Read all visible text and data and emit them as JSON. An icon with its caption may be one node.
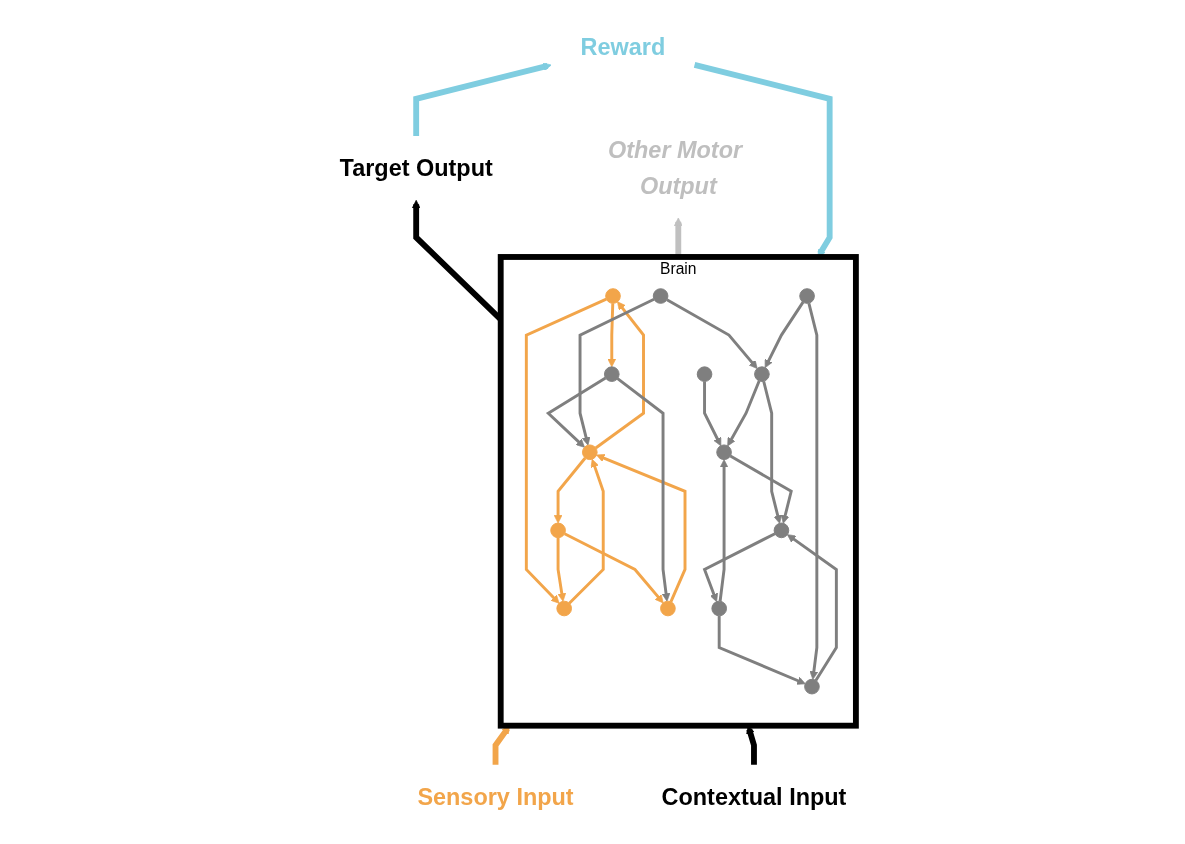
{
  "diagram": {
    "nodes": [
      {
        "text": [
          "Target Output"
        ]
      },
      {
        "text": [
          "Other Motor Output"
        ]
      },
      {
        "text": [
          "Reward"
        ]
      },
      {
        "text": [
          "Brain"
        ]
      },
      {
        "text": [],
        "shape": "circle",
        "in": 3
      },
      {
        "text": [],
        "shape": "circle",
        "in": 3
      },
      {
        "text": [],
        "shape": "circle",
        "in": 3
      },
      {
        "text": [],
        "shape": "circle",
        "in": 3
      },
      {
        "text": [],
        "shape": "circle",
        "in": 3
      },
      {
        "text": [],
        "shape": "circle",
        "in": 3
      },
      {
        "text": [],
        "shape": "circle",
        "in": 3
      },
      {
        "text": [],
        "shape": "circle",
        "in": 3
      },
      {
        "text": [],
        "shape": "circle",
        "in": 3
      },
      {
        "text": [],
        "shape": "circle",
        "in": 3
      },
      {
        "text": [],
        "shape": "circle",
        "in": 3
      },
      {
        "text": [],
        "shape": "circle",
        "in": 3
      },
      {
        "text": [],
        "shape": "circle",
        "in": 3
      },
      {
        "text": [],
        "shape": "circle",
        "in": 3
      },
      {
        "text": [
          "Sensory Input"
        ]
      },
      {
        "text": [
          "Contextual Input"
        ]
      }
    ],
    "edges": [
      {
        "from": 6,
        "to": 5,
        "arrow": "to",
        "color": "#f2a54a"
      },
      {
        "from": 6,
        "to": 13,
        "arrow": "to",
        "color": "#f2a54a"
      },
      {
        "from": 10,
        "to": 6,
        "arrow": "to",
        "color": "#f2a54a"
      },
      {
        "from": 13,
        "to": 10,
        "arrow": "to",
        "color": "#f2a54a"
      },
      {
        "from": 10,
        "to": 16,
        "arrow": "to",
        "color": "#f2a54a"
      },
      {
        "from": 16,
        "to": 13,
        "arrow": "to",
        "color": "#f2a54a"
      },
      {
        "from": 16,
        "to": 15,
        "arrow": "to",
        "color": "#f2a54a"
      },
      {
        "from": 15,
        "to": 10,
        "arrow": "to",
        "color": "#f2a54a"
      },
      {
        "from": 5,
        "to": 10,
        "arrow": "to"
      },
      {
        "from": 5,
        "to": 15,
        "arrow": "to"
      },
      {
        "from": 7,
        "to": 4,
        "arrow": "to"
      },
      {
        "from": 9,
        "to": 10,
        "arrow": "to"
      },
      {
        "from": 9,
        "to": 14,
        "arrow": "to"
      },
      {
        "from": 14,
        "to": 4,
        "arrow": "to"
      },
      {
        "from": 14,
        "to": 11,
        "arrow": "to"
      },
      {
        "from": 4,
        "to": 11,
        "arrow": "to"
      },
      {
        "from": 8,
        "to": 4,
        "arrow": "to"
      },
      {
        "from": 8,
        "to": 12,
        "arrow": "to"
      },
      {
        "from": 11,
        "to": 8,
        "arrow": "to"
      },
      {
        "from": 12,
        "to": 11,
        "arrow": "to"
      },
      {
        "from": 17,
        "to": 14,
        "arrow": "to"
      },
      {
        "from": 17,
        "to": 12,
        "arrow": "to"
      },
      {
        "from": 3,
        "to": 0,
        "arrow": "to",
        "style": "thick",
        "color": "#000000"
      },
      {
        "from": 3,
        "to": 1,
        "arrow": "to",
        "style": "thick",
        "color": "#c0c0c0"
      },
      {
        "from": 0,
        "to": 2,
        "arrow": "to",
        "style": "thick",
        "color": "#7fcde0"
      },
      {
        "from": 2,
        "to": 3,
        "arrow": "to",
        "style": "thick",
        "color": "#7fcde0"
      },
      {
        "from": 18,
        "to": 3,
        "arrow": "to",
        "style": "thick",
        "color": "#f2a54a"
      },
      {
        "from": 19,
        "to": 3,
        "arrow": "to",
        "style": "thick",
        "color": "#000000"
      }
    ]
  }
}
